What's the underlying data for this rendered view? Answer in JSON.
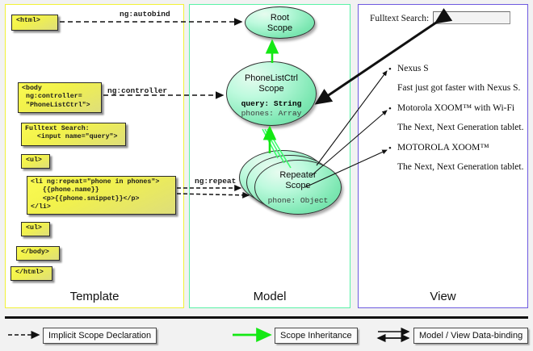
{
  "columns": [
    {
      "key": "template",
      "label": "Template",
      "border_color": "#f2f236"
    },
    {
      "key": "model",
      "label": "Model",
      "border_color": "#59f2a6"
    },
    {
      "key": "view",
      "label": "View",
      "border_color": "#6d5ae0"
    }
  ],
  "template": {
    "boxes": [
      {
        "id": "html-open",
        "text": "<html>"
      },
      {
        "id": "body-open",
        "text": "<body\n ng:controller=\n \"PhoneListCtrl\">"
      },
      {
        "id": "search-label",
        "text": "Fulltext Search:\n   <input name=\"query\">"
      },
      {
        "id": "ul-open",
        "text": "<ul>"
      },
      {
        "id": "li-repeat",
        "text": "<li ng:repeat=\"phone in phones\">\n   {{phone.name}}\n   <p>{{phone.snippet}}</p>\n</li>"
      },
      {
        "id": "ul-close",
        "text": "<ul>"
      },
      {
        "id": "body-close",
        "text": "</body>"
      },
      {
        "id": "html-close",
        "text": "</html>"
      }
    ]
  },
  "connectors": [
    {
      "id": "ng-autobind",
      "label": "ng:autobind"
    },
    {
      "id": "ng-controller",
      "label": "ng:controller"
    },
    {
      "id": "ng-repeat",
      "label": "ng:repeat"
    }
  ],
  "model": {
    "scopes": [
      {
        "id": "root-scope",
        "name_line1": "Root",
        "name_line2": "Scope",
        "props": []
      },
      {
        "id": "phonelist-scope",
        "name_line1": "PhoneListCtrl",
        "name_line2": "Scope",
        "props": [
          {
            "text": "query: String",
            "highlight": true
          },
          {
            "text": "phones: Array",
            "highlight": false
          }
        ]
      },
      {
        "id": "repeater-scope",
        "name_line1": "Repeater",
        "name_line2": "Scope",
        "props": [
          {
            "text": "phone: Object",
            "highlight": false
          }
        ]
      }
    ]
  },
  "view": {
    "search_label": "Fulltext Search:",
    "search_value": "",
    "search_placeholder": "",
    "items": [
      {
        "name": "Nexus S",
        "snippet": "Fast just got faster with Nexus S."
      },
      {
        "name": "Motorola XOOM™  with Wi-Fi",
        "snippet": "The Next, Next Generation tablet."
      },
      {
        "name": "MOTOROLA XOOM™",
        "snippet": "The Next, Next Generation tablet."
      }
    ],
    "bullet_glyph": "•"
  },
  "legend": [
    {
      "id": "implicit-scope-declaration",
      "label": "Implicit Scope Declaration",
      "arrow": "dashed-black",
      "color": "#111111"
    },
    {
      "id": "scope-inheritance",
      "label": "Scope Inheritance",
      "arrow": "solid-green",
      "color": "#14e814"
    },
    {
      "id": "model-view-data-binding",
      "label": "Model / View Data-binding",
      "arrow": "double-black",
      "color": "#111111"
    }
  ],
  "colors": {
    "template_border": "#f2f236",
    "model_border": "#59f2a6",
    "view_border": "#6d5ae0",
    "code_box_fill": "#f2f24b",
    "scope_fill": "#7fe8b4",
    "inheritance_arrow": "#14e814"
  }
}
